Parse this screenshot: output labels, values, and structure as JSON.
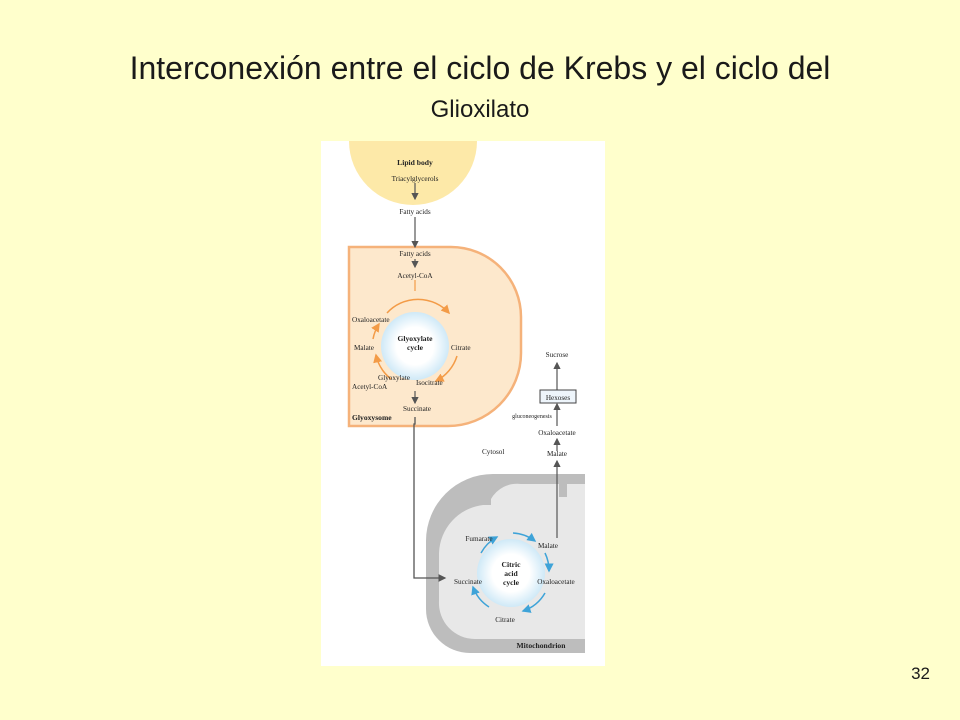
{
  "slide": {
    "title_line1": "Interconexión entre el ciclo de Krebs y el ciclo del",
    "title_line2": "Glioxilato",
    "page_number": "32"
  },
  "diagram": {
    "lipid_body": "Lipid body",
    "triacylglycerols": "Triacylglycerols",
    "fatty_acids_1": "Fatty acids",
    "fatty_acids_2": "Fatty acids",
    "acetyl_coa_1": "Acetyl-CoA",
    "oxaloacetate_g": "Oxaloacetate",
    "glyoxylate_cycle_1": "Glyoxylate",
    "glyoxylate_cycle_2": "cycle",
    "citrate_g": "Citrate",
    "malate_g": "Malate",
    "glyoxylate": "Glyoxylate",
    "acetyl_coa_2": "Acetyl-CoA",
    "isocitrate": "Isocitrate",
    "succinate_g": "Succinate",
    "glyoxysome": "Glyoxysome",
    "sucrose": "Sucrose",
    "hexoses": "Hexoses",
    "gluconeogenesis": "gluconeogenesis",
    "oxaloacetate_c": "Oxaloacetate",
    "cytosol": "Cytosol",
    "malate_c": "Malate",
    "fumarate": "Fumarate",
    "malate_m": "Malate",
    "citric_1": "Citric",
    "citric_2": "acid",
    "citric_3": "cycle",
    "succinate_m": "Succinate",
    "oxaloacetate_m": "Oxaloacetate",
    "citrate_m": "Citrate",
    "mitochondrion": "Mitochondrion"
  },
  "colors": {
    "background": "#ffffcc",
    "lipid_body": "#fde9a8",
    "glyoxysome_fill": "#fde8cc",
    "glyoxysome_border": "#f5b27a",
    "mito_outer": "#bdbdbd",
    "mito_inner": "#e6e6e6",
    "glyoxylate_arrows": "#f39b47",
    "citric_arrows": "#3ea3d8"
  }
}
